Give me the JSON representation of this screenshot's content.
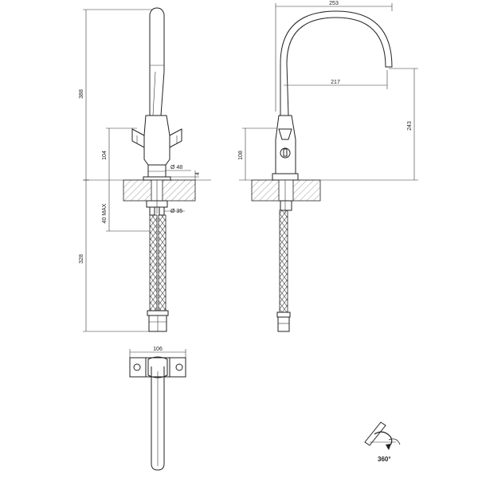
{
  "dimensions": {
    "total_height": "388",
    "body_height": "104",
    "base_diameter": "Ø 48",
    "base_thickness": "4",
    "deck_max": "40 MAX",
    "shank_diameter": "Ø 35",
    "hose_length": "328",
    "spout_reach_total": "253",
    "spout_reach_inner": "217",
    "spout_height": "243",
    "side_body_height": "108",
    "top_view_width": "106"
  },
  "rotation": {
    "label": "360°"
  }
}
